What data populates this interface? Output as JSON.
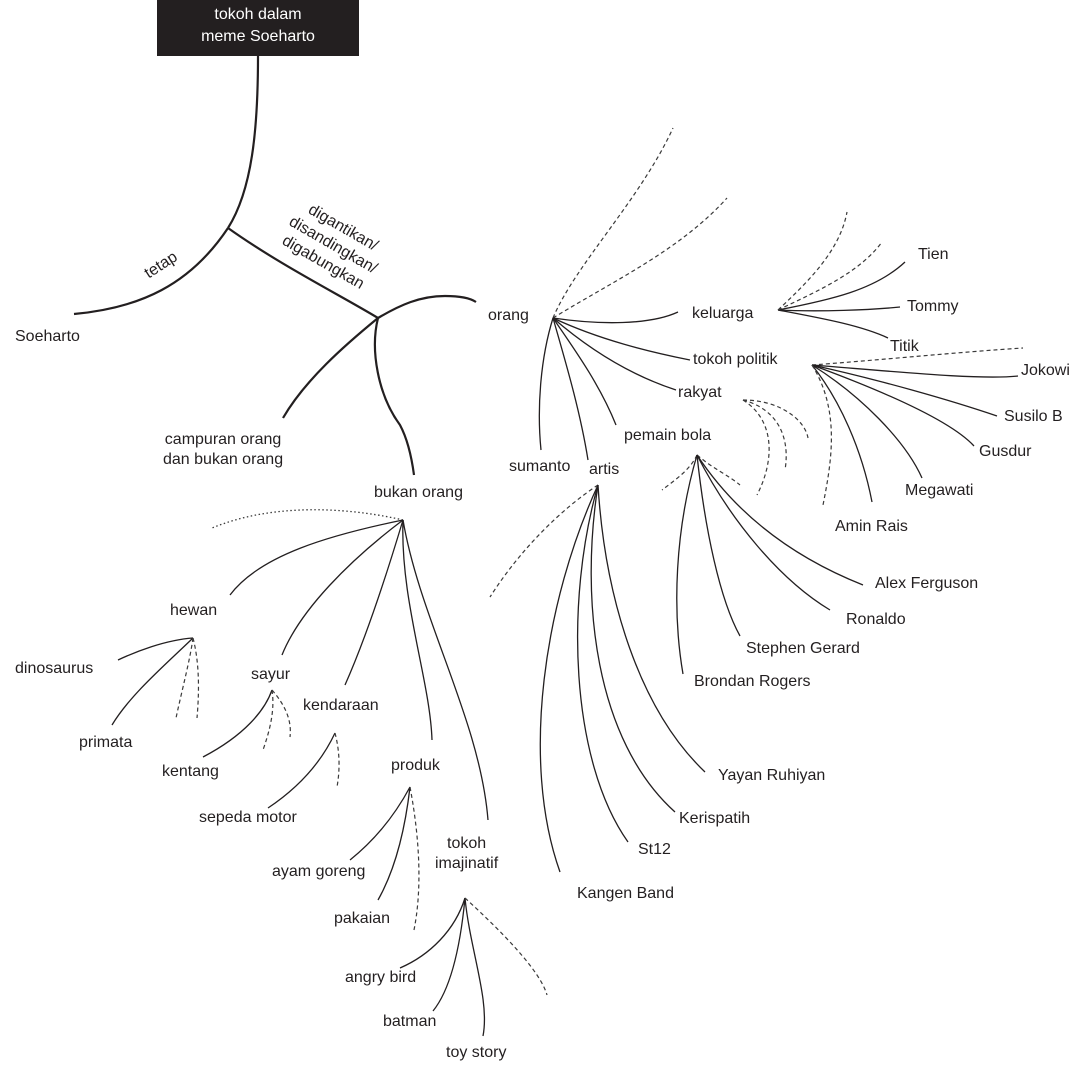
{
  "root": {
    "line1": "tokoh dalam",
    "line2": "meme Soeharto"
  },
  "main_branches": {
    "tetap_edge": "tetap",
    "soeharto": "Soeharto",
    "change_edge": {
      "line1": "digantikan/",
      "line2": "disandingkan/",
      "line3": "digabungkan"
    },
    "orang": "orang",
    "campuran": {
      "line1": "campuran orang",
      "line2": "dan bukan orang"
    },
    "bukan_orang": "bukan orang"
  },
  "orang_branch": {
    "keluarga": "keluarga",
    "keluarga_members": [
      "Tien",
      "Tommy",
      "Titik"
    ],
    "tokoh_politik": "tokoh politik",
    "politik_members": [
      "Jokowi",
      "Susilo B",
      "Gusdur",
      "Megawati",
      "Amin Rais"
    ],
    "rakyat": "rakyat",
    "pemain_bola": "pemain bola",
    "bola_members": [
      "Alex Ferguson",
      "Ronaldo",
      "Stephen Gerard",
      "Brondan Rogers"
    ],
    "sumanto": "sumanto",
    "artis": "artis",
    "artis_members": [
      "Yayan Ruhiyan",
      "Kerispatih",
      "St12",
      "Kangen Band"
    ]
  },
  "bukan_orang_branch": {
    "hewan": "hewan",
    "hewan_members": [
      "dinosaurus",
      "primata"
    ],
    "sayur": "sayur",
    "sayur_members": [
      "kentang"
    ],
    "kendaraan": "kendaraan",
    "kendaraan_members": [
      "sepeda motor"
    ],
    "produk": "produk",
    "produk_members": [
      "ayam goreng",
      "pakaian"
    ],
    "tokoh_imajinatif": {
      "line1": "tokoh",
      "line2": "imajinatif"
    },
    "imajinatif_members": [
      "angry bird",
      "batman",
      "toy story"
    ]
  },
  "colors": {
    "ink": "#231f20",
    "root_fill": "#231f20",
    "root_text": "#ffffff"
  }
}
